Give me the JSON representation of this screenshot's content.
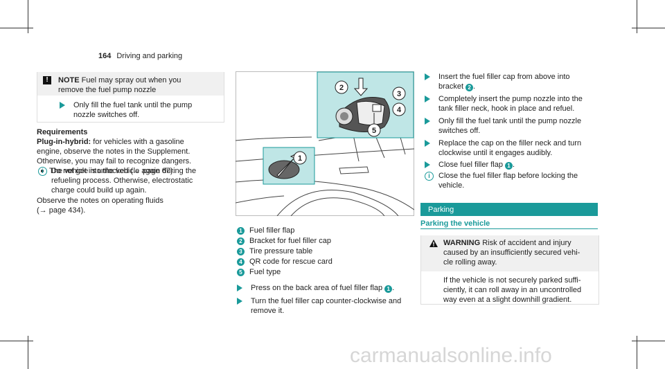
{
  "header": {
    "page_number": "164",
    "section": "Driving and parking"
  },
  "left": {
    "note": {
      "label": "NOTE",
      "text1": "Fuel may spray out when you",
      "text2": "remove the fuel pump nozzle"
    },
    "note_step": {
      "line1": "Only fill the fuel tank until the pump",
      "line2": "nozzle switches off."
    },
    "requirements_title": "Requirements",
    "plugin_label": "Plug-in-hybrid:",
    "plugin_l1": " for vehicles with a gasoline",
    "plugin_l2": "engine, observe the notes in the Supplement.",
    "plugin_l3": "Otherwise, you may fail to recognize dangers.",
    "bullet": "The vehicle is unlocked (→ page 67).",
    "info_l1": "Do not get into the vehicle again during the",
    "info_l2": "refueling process. Otherwise, electrostatic",
    "info_l3": "charge could build up again.",
    "observe_l1": "Observe the notes on operating fluids",
    "observe_l2": "(→ page 434)."
  },
  "figure": {
    "callouts": [
      "1",
      "2",
      "3",
      "4",
      "5"
    ]
  },
  "legend": [
    {
      "num": "1",
      "text": "Fuel filler flap"
    },
    {
      "num": "2",
      "text": "Bracket for fuel filler cap"
    },
    {
      "num": "3",
      "text": "Tire pressure table"
    },
    {
      "num": "4",
      "text": "QR code for rescue card"
    },
    {
      "num": "5",
      "text": "Fuel type"
    }
  ],
  "mid_steps": {
    "s1_a": "Press on the back area of fuel filler flap",
    "s1_num": "1",
    "s1_b": ".",
    "s2_l1": "Turn the fuel filler cap counter-clockwise and",
    "s2_l2": "remove it."
  },
  "right": {
    "s1_l1": "Insert the fuel filler cap from above into",
    "s1_l2a": "bracket",
    "s1_num": "2",
    "s1_l2b": ".",
    "s2_l1": "Completely insert the pump nozzle into the",
    "s2_l2": "tank filler neck, hook in place and refuel.",
    "s3_l1": "Only fill the fuel tank until the pump nozzle",
    "s3_l2": "switches off.",
    "s4_l1": "Replace the cap on the filler neck and turn",
    "s4_l2": "clockwise until it engages audibly.",
    "s5_a": "Close fuel filler flap",
    "s5_num": "1",
    "s5_b": ".",
    "info_l1": "Close the fuel filler flap before locking the",
    "info_l2": "vehicle.",
    "parking_bar": "Parking",
    "parking_sub": "Parking the vehicle",
    "warning_label": "WARNING",
    "warn_l1": " Risk of accident and injury",
    "warn_l2": "caused by an insufficiently secured vehi-",
    "warn_l3": "cle rolling away.",
    "warn_b1": "If the vehicle is not securely parked suffi-",
    "warn_b2": "ciently, it can roll away in an uncontrolled",
    "warn_b3": "way even at a slight downhill gradient."
  },
  "watermark": "carmanualsonline.info",
  "colors": {
    "accent": "#1a9a9a",
    "figure_highlight": "#bfe6e6"
  }
}
